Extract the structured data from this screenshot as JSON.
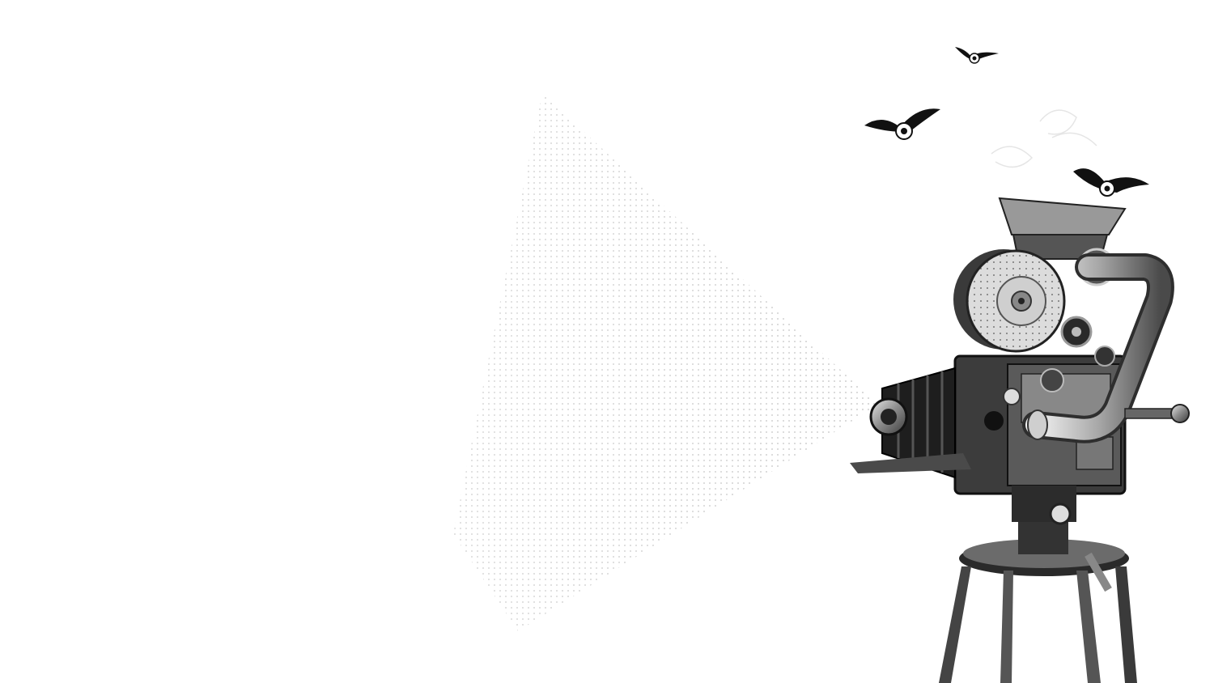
{
  "scene": {
    "background_color": "#ffffff",
    "ink_color": "#1a1a1a",
    "mid_gray": "#7a7a7a",
    "light_gray": "#c8c8c8",
    "beam_dot_color": "#9a9a9a",
    "elements": [
      "light-beam",
      "movie-projector-camera",
      "film-reel",
      "tripod-stand",
      "flying-eyeball-bird-icon"
    ],
    "flying_eyeball_count": 3
  }
}
